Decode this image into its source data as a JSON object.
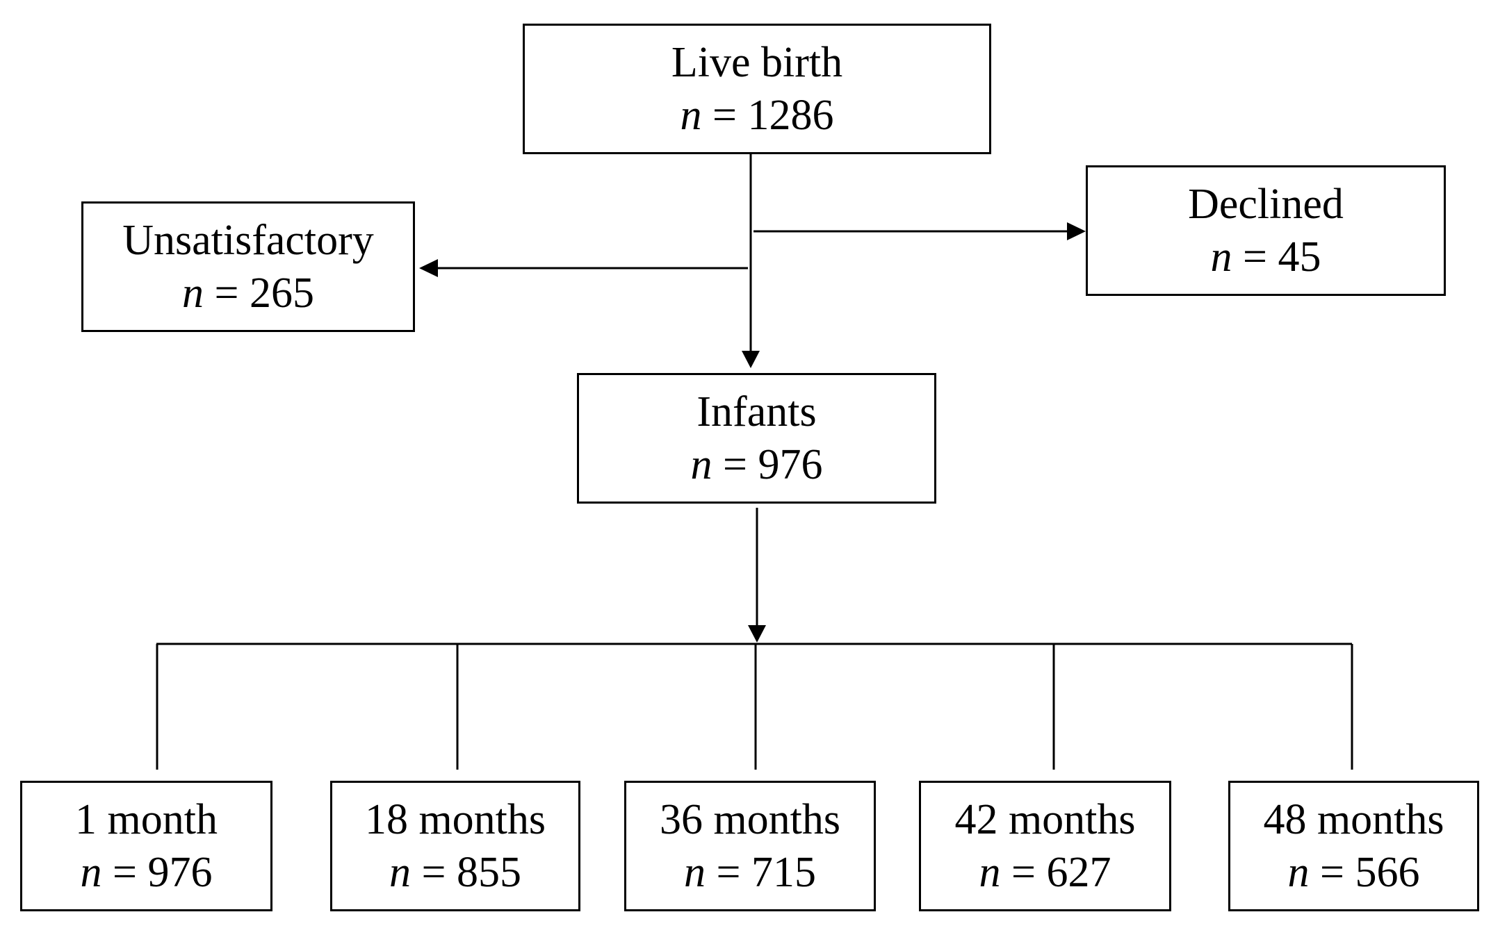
{
  "nodes": {
    "live_birth": {
      "label": "Live birth",
      "n_symbol": "n",
      "equals": " = ",
      "count": "1286"
    },
    "unsatisfactory": {
      "label": "Unsatisfactory",
      "n_symbol": "n",
      "equals": " = ",
      "count": "265"
    },
    "declined": {
      "label": "Declined",
      "n_symbol": "n",
      "equals": " = ",
      "count": "45"
    },
    "infants": {
      "label": "Infants",
      "n_symbol": "n",
      "equals": " = ",
      "count": "976"
    },
    "month_1": {
      "label": "1 month",
      "n_symbol": "n",
      "equals": " = ",
      "count": "976"
    },
    "months_18": {
      "label": "18 months",
      "n_symbol": "n",
      "equals": " = ",
      "count": "855"
    },
    "months_36": {
      "label": "36 months",
      "n_symbol": "n",
      "equals": " = ",
      "count": "715"
    },
    "months_42": {
      "label": "42 months",
      "n_symbol": "n",
      "equals": " = ",
      "count": "627"
    },
    "months_48": {
      "label": "48 months",
      "n_symbol": "n",
      "equals": " = ",
      "count": "566"
    }
  },
  "edges": [
    {
      "from": "live_birth",
      "to": "infants",
      "arrow": true
    },
    {
      "from": "live_birth",
      "to": "unsatisfactory",
      "arrow": true
    },
    {
      "from": "live_birth",
      "to": "declined",
      "arrow": true
    },
    {
      "from": "infants",
      "to": "followup_bus",
      "arrow": true
    },
    {
      "from": "followup_bus",
      "to": "month_1",
      "arrow": false
    },
    {
      "from": "followup_bus",
      "to": "months_18",
      "arrow": false
    },
    {
      "from": "followup_bus",
      "to": "months_36",
      "arrow": false
    },
    {
      "from": "followup_bus",
      "to": "months_42",
      "arrow": false
    },
    {
      "from": "followup_bus",
      "to": "months_48",
      "arrow": false
    }
  ],
  "colors": {
    "line": "#000000",
    "box_fill": "#ffffff",
    "text": "#000000"
  }
}
